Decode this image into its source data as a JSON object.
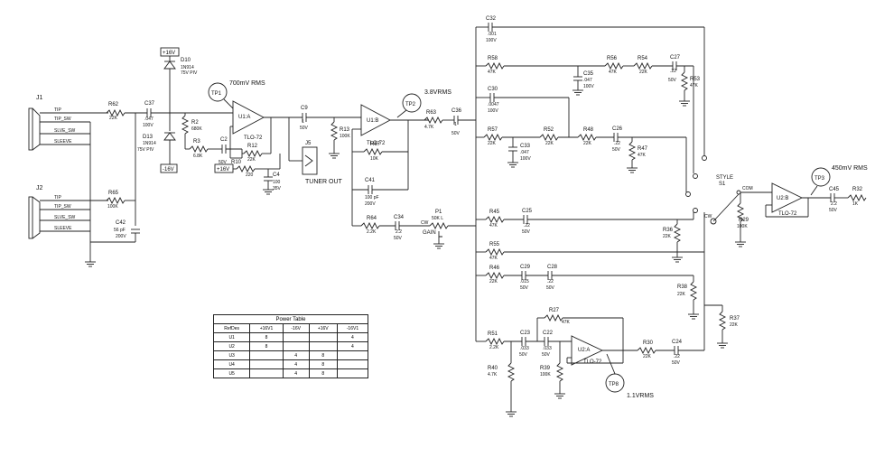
{
  "jacks": {
    "j1": {
      "ref": "J1",
      "pins": [
        "TIP",
        "TIP_SW",
        "SLVE_SW",
        "SLEEVE"
      ]
    },
    "j2": {
      "ref": "J2",
      "pins": [
        "TIP",
        "TIP_SW",
        "SLVE_SW",
        "SLEEVE"
      ]
    }
  },
  "parts": {
    "R62": {
      "ref": "R62",
      "val": "22K"
    },
    "R65": {
      "ref": "R65",
      "val": "100K"
    },
    "C37": {
      "ref": "C37",
      "val": ".047",
      "volt": "100V"
    },
    "C42": {
      "ref": "C42",
      "val": "56 pF",
      "volt": "200V"
    },
    "R2": {
      "ref": "R2",
      "val": "680K"
    },
    "D10": {
      "ref": "D10",
      "type": "1N914",
      "rating": "75V PIV"
    },
    "D13": {
      "ref": "D13",
      "type": "1N914",
      "rating": "75V PIV"
    },
    "pos16": "+16V",
    "neg16": "-16V",
    "R3": {
      "ref": "R3",
      "val": "6.8K"
    },
    "C2": {
      "ref": "C2",
      "volt": "50V"
    },
    "R12": {
      "ref": "R12",
      "val": "22K"
    },
    "R10": {
      "ref": "R10",
      "val": "220"
    },
    "C4": {
      "ref": "C4",
      "val": "100",
      "volt": "35V"
    },
    "U1A": {
      "ref": "U1:A",
      "type": "TLO-72"
    },
    "C9": {
      "ref": "C9",
      "val": "1",
      "volt": "50V"
    },
    "R13": {
      "ref": "R13",
      "val": "100K"
    },
    "J5": {
      "ref": "J5"
    },
    "tuner": "TUNER OUT",
    "U1B": {
      "ref": "U1:B",
      "type": "TLO-72"
    },
    "R67": {
      "ref": "R67",
      "val": "10K"
    },
    "C41": {
      "ref": "C41",
      "val": "100 pF",
      "volt": "200V"
    },
    "R63": {
      "ref": "R63",
      "val": "4.7K"
    },
    "C36": {
      "ref": "C36",
      "val": "1",
      "volt": "50V"
    },
    "R64": {
      "ref": "R64",
      "val": "2.2K"
    },
    "C34": {
      "ref": "C34",
      "val": "2.2",
      "volt": "50V"
    },
    "P1": {
      "ref": "P1",
      "val": "50K L",
      "cw": "CW",
      "label": "GAIN"
    },
    "C32": {
      "ref": "C32",
      "val": ".001",
      "volt": "100V"
    },
    "R58": {
      "ref": "R58",
      "val": "47K"
    },
    "C35": {
      "ref": "C35",
      "val": ".047",
      "volt": "100V"
    },
    "R56": {
      "ref": "R56",
      "val": "47K"
    },
    "R54": {
      "ref": "R54",
      "val": "22K"
    },
    "C27": {
      "ref": "C27",
      "val": ".22",
      "volt": "50V"
    },
    "R53": {
      "ref": "R53",
      "val": "47K"
    },
    "C30": {
      "ref": "C30",
      "val": ".0047",
      "volt": "100V"
    },
    "R57": {
      "ref": "R57",
      "val": "22K"
    },
    "C33": {
      "ref": "C33",
      "val": ".047",
      "volt": "100V"
    },
    "R52": {
      "ref": "R52",
      "val": "22K"
    },
    "R48": {
      "ref": "R48",
      "val": "22K"
    },
    "C26": {
      "ref": "C26",
      "val": ".22",
      "volt": "50V"
    },
    "R47": {
      "ref": "R47",
      "val": "47K"
    },
    "R45": {
      "ref": "R45",
      "val": "47K"
    },
    "C25": {
      "ref": "C25",
      "val": ".22",
      "volt": "50V"
    },
    "R36": {
      "ref": "R36",
      "val": "22K"
    },
    "R55": {
      "ref": "R55",
      "val": "47K"
    },
    "R46": {
      "ref": "R46",
      "val": "22K"
    },
    "C29": {
      "ref": "C29",
      "val": ".015",
      "volt": "50V"
    },
    "C28": {
      "ref": "C28",
      "val": ".22",
      "volt": "50V"
    },
    "R38": {
      "ref": "R38",
      "val": "22K"
    },
    "R37": {
      "ref": "R37",
      "val": "22K"
    },
    "R51": {
      "ref": "R51",
      "val": "2.2K"
    },
    "C23": {
      "ref": "C23",
      "val": ".033",
      "volt": "50V"
    },
    "C22": {
      "ref": "C22",
      "val": ".033",
      "volt": "50V"
    },
    "R27": {
      "ref": "R27",
      "val": "47K"
    },
    "U2A": {
      "ref": "U2:A",
      "type": "TLO-72"
    },
    "R30": {
      "ref": "R30",
      "val": "22K"
    },
    "C24": {
      "ref": "C24",
      "val": ".22",
      "volt": "50V"
    },
    "R40": {
      "ref": "R40",
      "val": "4.7K"
    },
    "R39": {
      "ref": "R39",
      "val": "100K"
    },
    "style": {
      "label": "STYLE",
      "ref": "S1",
      "com": "COM",
      "cw": "CW"
    },
    "R29": {
      "ref": "R29",
      "val": "100K"
    },
    "U2B": {
      "ref": "U2:B",
      "type": "TLO-72"
    },
    "C45": {
      "ref": "C45",
      "val": "2.2",
      "volt": "50V"
    },
    "R32": {
      "ref": "R32",
      "val": "1K"
    }
  },
  "testpoints": {
    "tp1": {
      "label": "TP1",
      "level": "700mV RMS"
    },
    "tp2": {
      "label": "TP2",
      "level": "3.8VRMS"
    },
    "tp3": {
      "label": "TP3",
      "level": "450mV RMS"
    },
    "tp8": {
      "label": "TP8",
      "level": "1.1VRMS"
    }
  },
  "power_table": {
    "title": "Power Table",
    "headers": [
      "RefDes",
      "+16V1",
      "-16V",
      "+16V",
      "-16V1"
    ],
    "rows": [
      [
        "U1",
        "8",
        "",
        "",
        "4"
      ],
      [
        "U2",
        "8",
        "",
        "",
        "4"
      ],
      [
        "U3",
        "",
        "4",
        "8",
        ""
      ],
      [
        "U4",
        "",
        "4",
        "8",
        ""
      ],
      [
        "U5",
        "",
        "4",
        "8",
        ""
      ]
    ]
  }
}
